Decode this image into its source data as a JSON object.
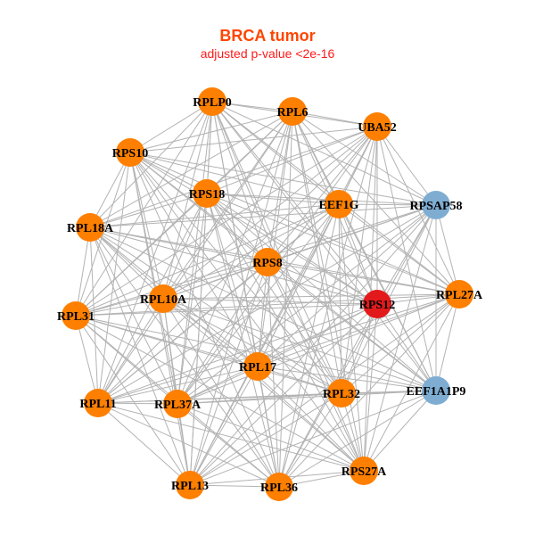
{
  "title": "BRCA tumor",
  "subtitle": "adjusted p-value <2e-16",
  "colors": {
    "default": "#ff7f00",
    "highlight": "#e31a1c",
    "secondary": "#7fadd2",
    "edge": "#b3b3b3"
  },
  "network": {
    "edge_mode": "all-pairs",
    "nodes": [
      {
        "id": "RPLP0",
        "group": "default"
      },
      {
        "id": "RPL6",
        "group": "default"
      },
      {
        "id": "UBA52",
        "group": "default"
      },
      {
        "id": "RPS10",
        "group": "default"
      },
      {
        "id": "RPS18",
        "group": "default"
      },
      {
        "id": "EEF1G",
        "group": "default"
      },
      {
        "id": "RPSAP58",
        "group": "secondary"
      },
      {
        "id": "RPL18A",
        "group": "default"
      },
      {
        "id": "RPS8",
        "group": "default"
      },
      {
        "id": "RPL27A",
        "group": "default"
      },
      {
        "id": "RPL10A",
        "group": "default"
      },
      {
        "id": "RPS12",
        "group": "highlight"
      },
      {
        "id": "RPL31",
        "group": "default"
      },
      {
        "id": "RPL17",
        "group": "default"
      },
      {
        "id": "RPL32",
        "group": "default"
      },
      {
        "id": "EEF1A1P9",
        "group": "secondary"
      },
      {
        "id": "RPL11",
        "group": "default"
      },
      {
        "id": "RPL37A",
        "group": "default"
      },
      {
        "id": "RPL13",
        "group": "default"
      },
      {
        "id": "RPL36",
        "group": "default"
      },
      {
        "id": "RPS27A",
        "group": "default"
      }
    ]
  }
}
